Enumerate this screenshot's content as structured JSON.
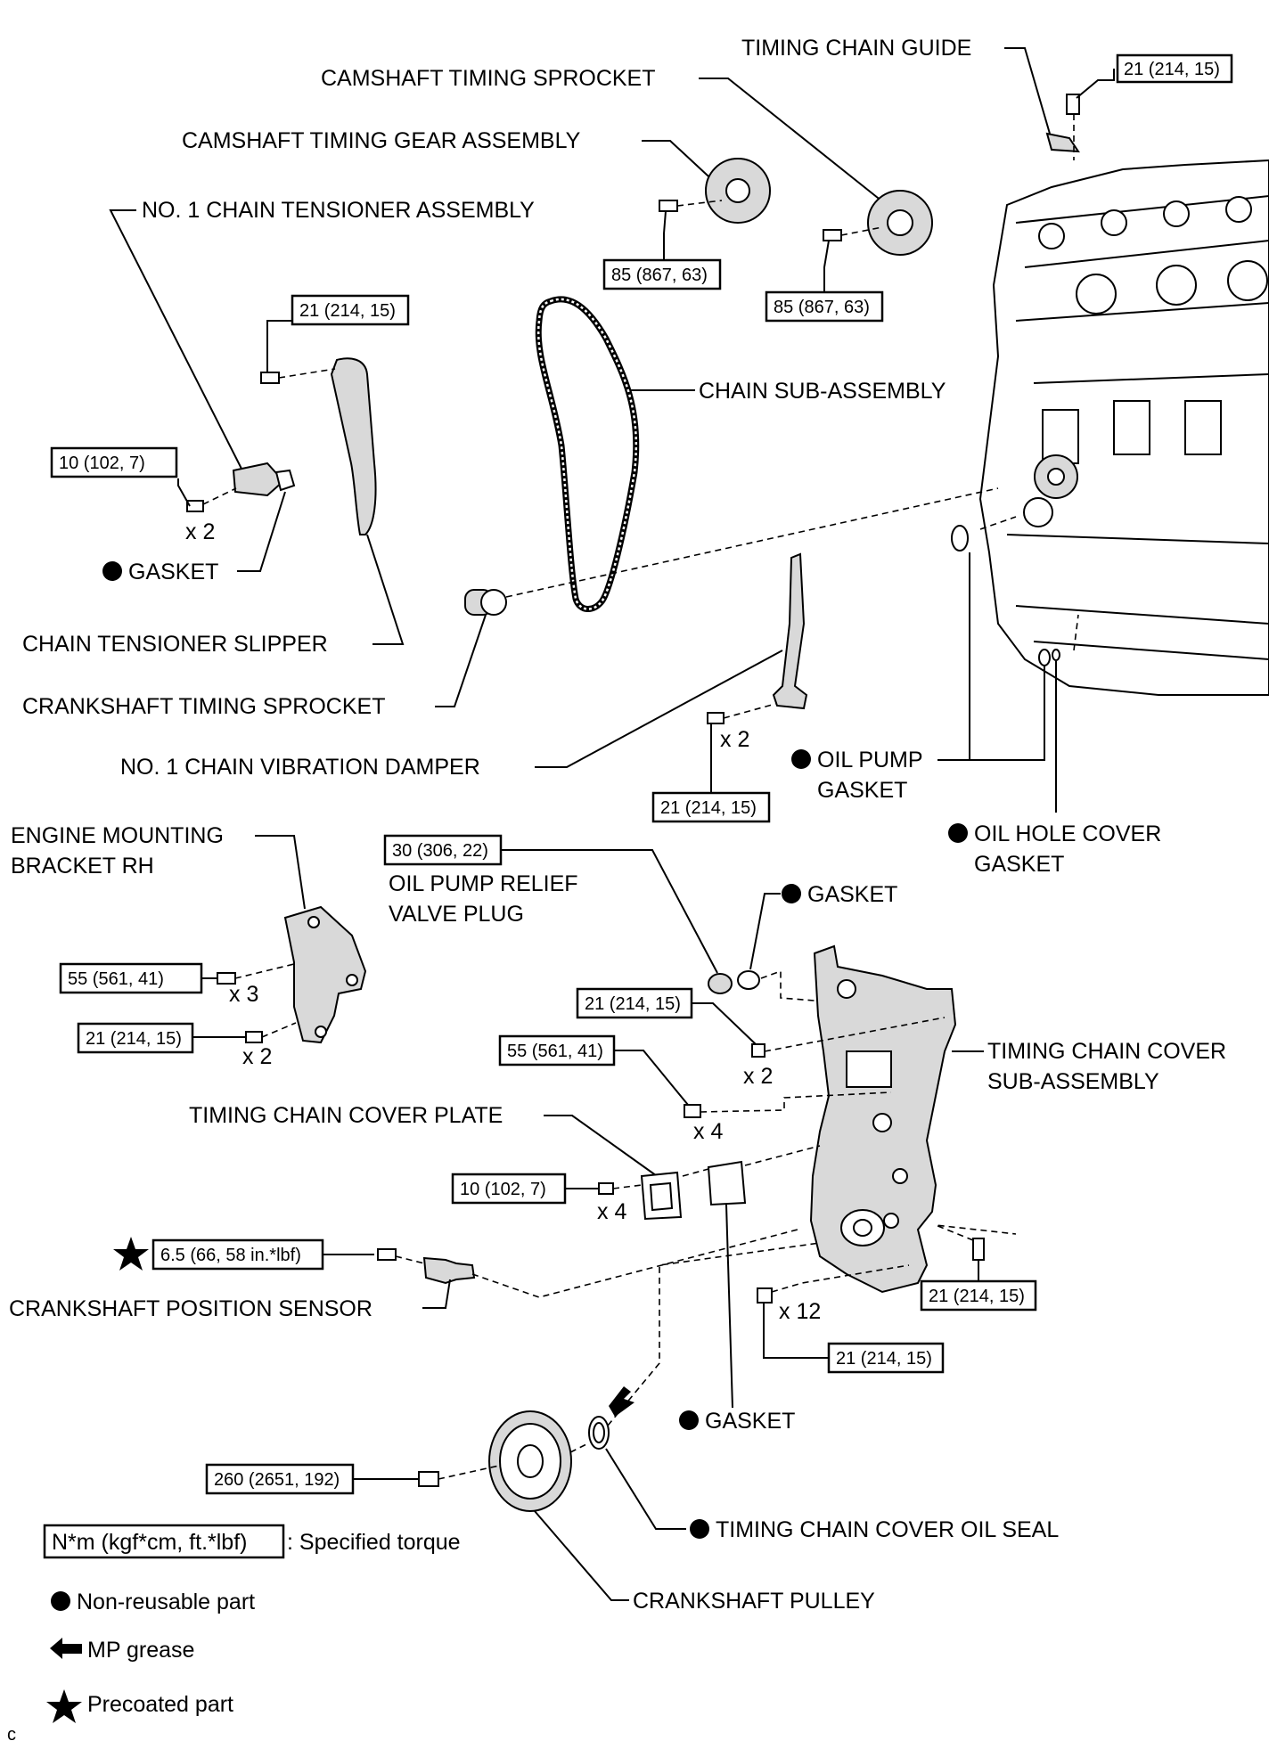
{
  "labels": {
    "timing_chain_guide": "TIMING CHAIN GUIDE",
    "camshaft_timing_sprocket": "CAMSHAFT TIMING SPROCKET",
    "camshaft_timing_gear_assembly": "CAMSHAFT TIMING GEAR ASSEMBLY",
    "no1_chain_tensioner_assembly": "NO. 1 CHAIN TENSIONER ASSEMBLY",
    "chain_sub_assembly": "CHAIN SUB-ASSEMBLY",
    "gasket_tensioner": "GASKET",
    "chain_tensioner_slipper": "CHAIN TENSIONER SLIPPER",
    "crankshaft_timing_sprocket": "CRANKSHAFT TIMING SPROCKET",
    "no1_chain_vibration_damper": "NO. 1 CHAIN VIBRATION DAMPER",
    "oil_pump_gasket_1": "OIL PUMP",
    "oil_pump_gasket_2": "GASKET",
    "oil_hole_cover_gasket_1": "OIL HOLE COVER",
    "oil_hole_cover_gasket_2": "GASKET",
    "engine_mounting_bracket_1": "ENGINE MOUNTING",
    "engine_mounting_bracket_2": "BRACKET RH",
    "relief_valve_plug_1": "OIL PUMP RELIEF",
    "relief_valve_plug_2": "VALVE PLUG",
    "gasket_plug": "GASKET",
    "timing_chain_cover_1": "TIMING CHAIN COVER",
    "timing_chain_cover_2": "SUB-ASSEMBLY",
    "timing_chain_cover_plate": "TIMING CHAIN COVER PLATE",
    "crankshaft_position_sensor": "CRANKSHAFT POSITION SENSOR",
    "gasket_plate": "GASKET",
    "timing_chain_cover_oil_seal": "TIMING CHAIN COVER OIL SEAL",
    "crankshaft_pulley": "CRANKSHAFT PULLEY"
  },
  "torques": {
    "guide": "21 (214, 15)",
    "gear_assembly": "85 (867, 63)",
    "sprocket": "85 (867, 63)",
    "slipper": "21 (214, 15)",
    "tensioner": "10 (102, 7)",
    "damper": "21 (214, 15)",
    "relief_plug": "30 (306, 22)",
    "bracket_upper": "55 (561, 41)",
    "bracket_lower": "21 (214, 15)",
    "cover_upper": "21 (214, 15)",
    "cover_mid": "55 (561, 41)",
    "plate": "10 (102, 7)",
    "sensor": "6.5 (66, 58 in.*lbf)",
    "cover_right": "21 (214, 15)",
    "cover_x12": "21 (214, 15)",
    "pulley": "260 (2651, 192)"
  },
  "counts": {
    "tensioner": "x 2",
    "damper": "x 2",
    "bracket_upper": "x 3",
    "bracket_lower": "x 2",
    "cover_upper": "x 2",
    "cover_mid": "x 4",
    "plate": "x 4",
    "cover_bolts": "x 12"
  },
  "legend": {
    "torque_box": "N*m (kgf*cm, ft.*lbf)",
    "torque_text": ": Specified torque",
    "non_reusable": "Non-reusable part",
    "mp_grease": "MP grease",
    "precoated": "Precoated part"
  },
  "corner_mark": "c"
}
